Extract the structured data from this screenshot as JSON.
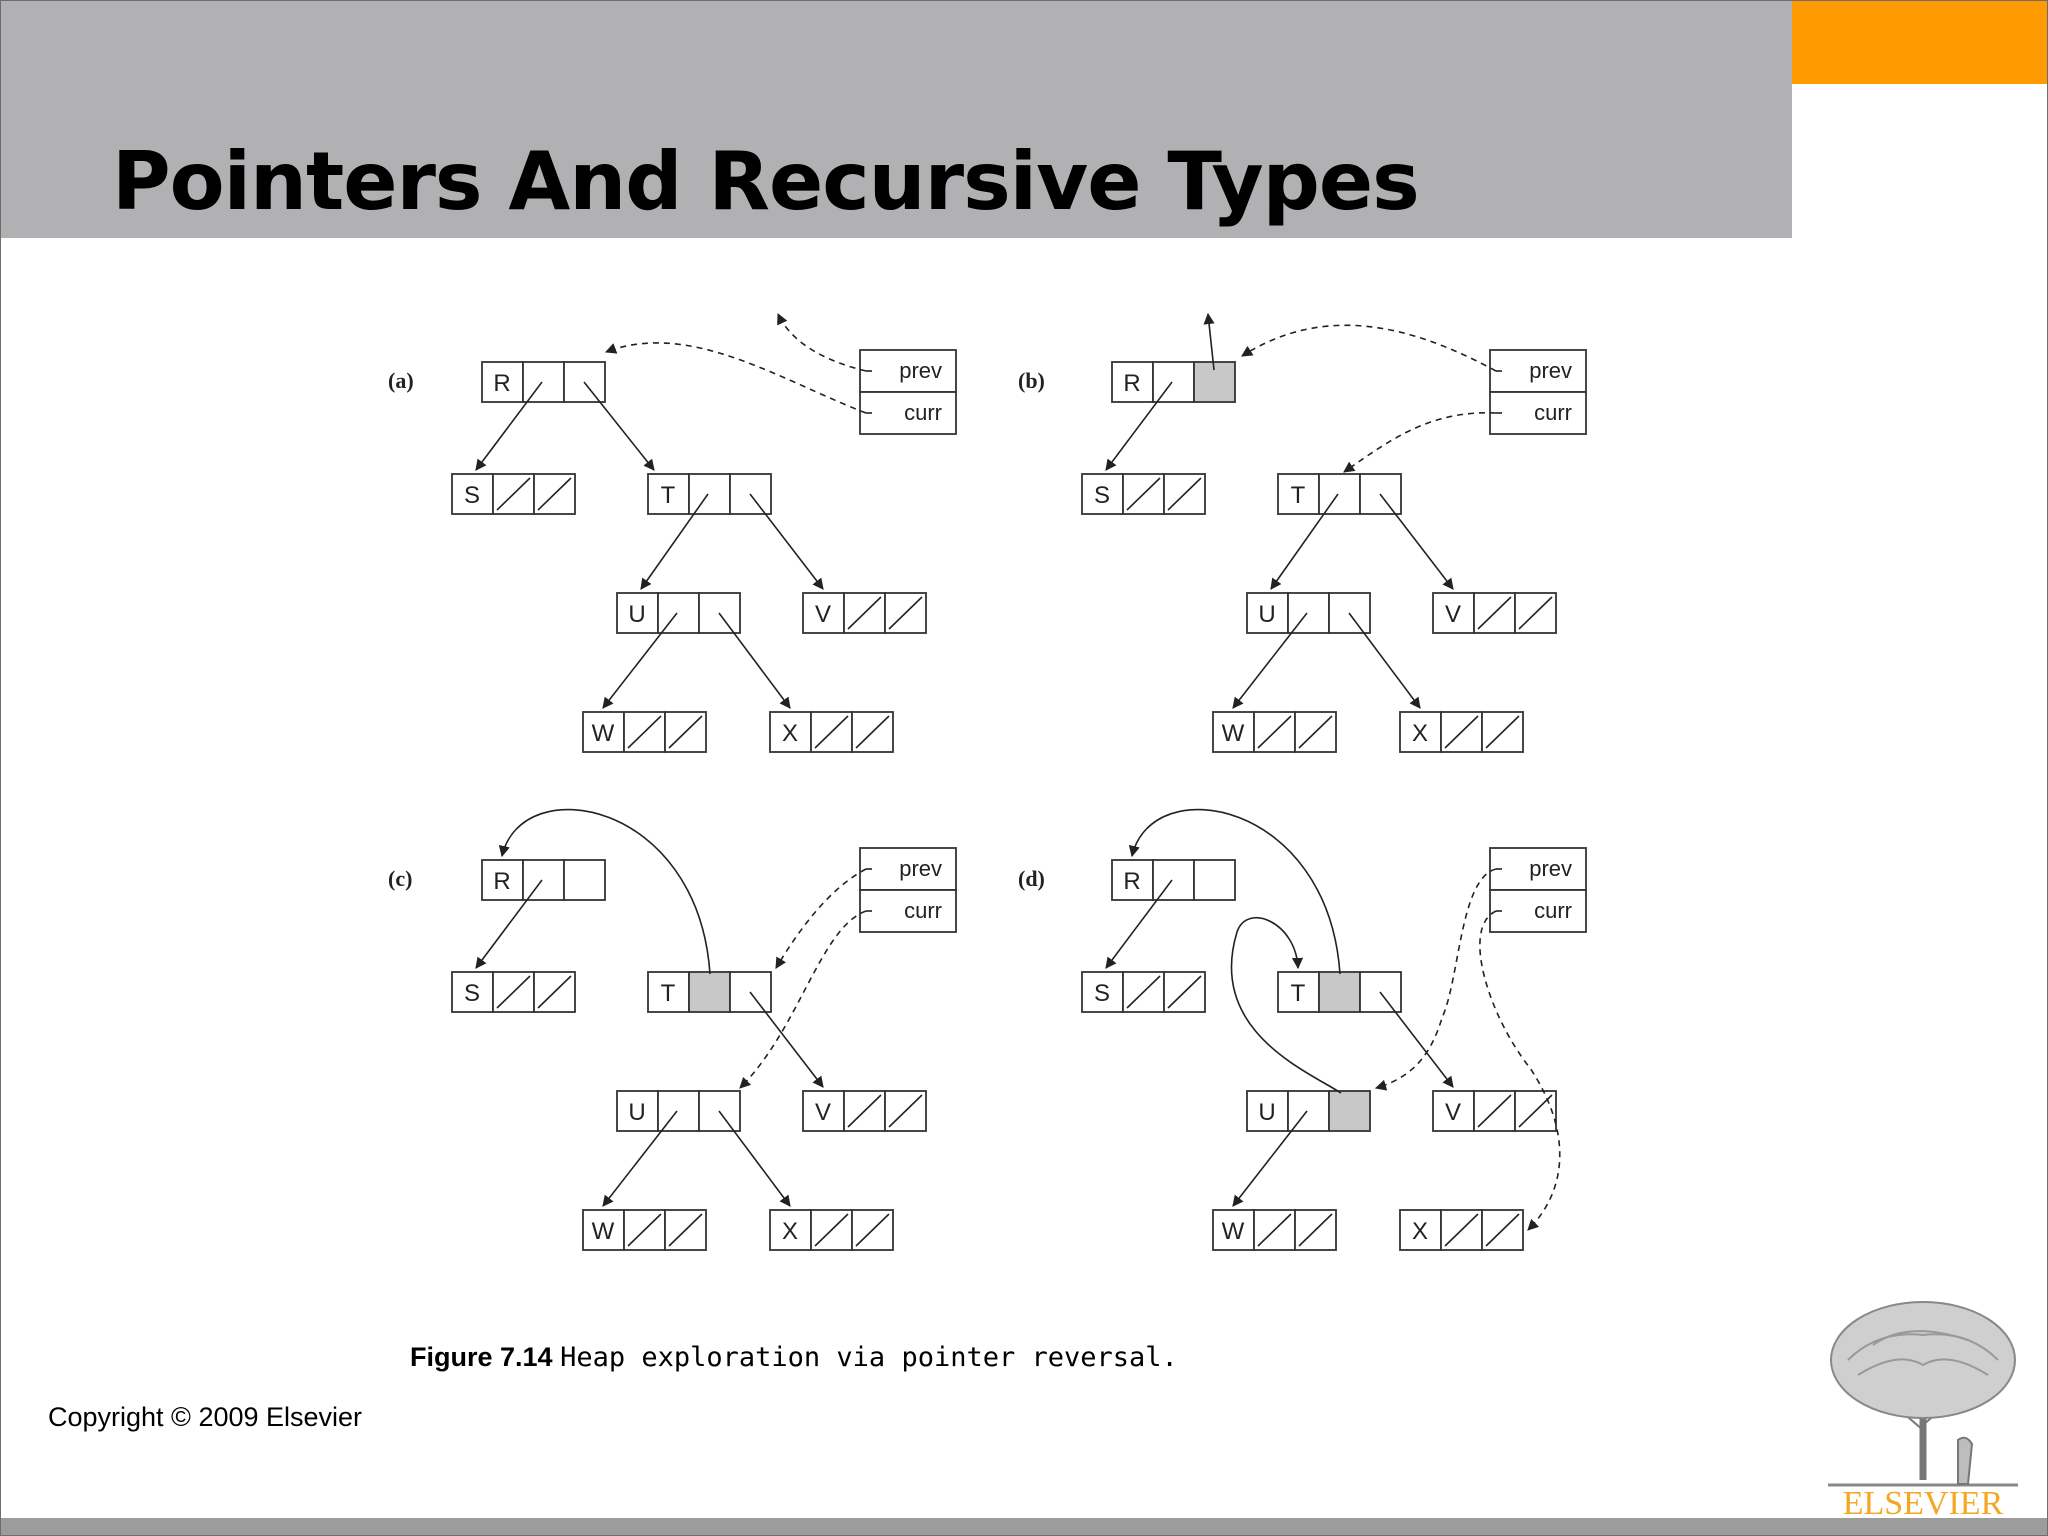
{
  "slide": {
    "title": "Pointers And Recursive Types",
    "caption_label": "Figure 7.14",
    "caption_text": "Heap exploration via pointer reversal.",
    "copyright": "Copyright © 2009 Elsevier",
    "publisher": "ELSEVIER"
  },
  "colors": {
    "header_bar": "#b1b1b3",
    "accent": "#ff9a00",
    "shaded_cell": "#c8c8c8",
    "publisher_text": "#f5a623"
  },
  "diagram": {
    "panels": [
      {
        "label": "(a)",
        "prev_label": "prev",
        "curr_label": "curr"
      },
      {
        "label": "(b)",
        "prev_label": "prev",
        "curr_label": "curr"
      },
      {
        "label": "(c)",
        "prev_label": "prev",
        "curr_label": "curr"
      },
      {
        "label": "(d)",
        "prev_label": "prev",
        "curr_label": "curr"
      }
    ],
    "nodes": [
      "R",
      "S",
      "T",
      "U",
      "V",
      "W",
      "X"
    ]
  }
}
